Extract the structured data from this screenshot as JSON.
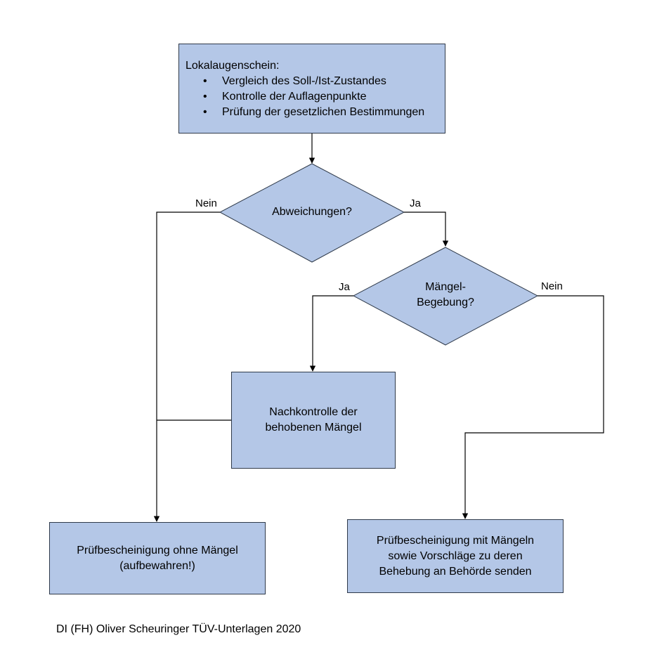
{
  "colors": {
    "box_fill": "#b4c7e7",
    "box_border": "#2f3a4a",
    "line": "#000000"
  },
  "nodes": {
    "lokalaugenschein": {
      "title": "Lokalaugenschein:",
      "bullets": [
        "Vergleich des Soll-/Ist-Zustandes",
        "Kontrolle der Auflagenpunkte",
        "Prüfung der gesetzlichen Bestimmungen"
      ]
    },
    "abweichungen": {
      "label": "Abweichungen?"
    },
    "maengel_begebung": {
      "line1": "Mängel-",
      "line2": "Begebung?"
    },
    "nachkontrolle": {
      "line1": "Nachkontrolle der",
      "line2": "behobenen Mängel"
    },
    "pruef_ohne": {
      "line1": "Prüfbescheinigung ohne Mängel",
      "line2": "(aufbewahren!)"
    },
    "pruef_mit": {
      "line1": "Prüfbescheinigung mit Mängeln",
      "line2": "sowie Vorschläge zu deren",
      "line3": "Behebung an Behörde senden"
    }
  },
  "edge_labels": {
    "abweichungen_no": "Nein",
    "abweichungen_yes": "Ja",
    "maengel_yes": "Ja",
    "maengel_no": "Nein"
  },
  "footer": "DI (FH) Oliver Scheuringer TÜV-Unterlagen 2020"
}
